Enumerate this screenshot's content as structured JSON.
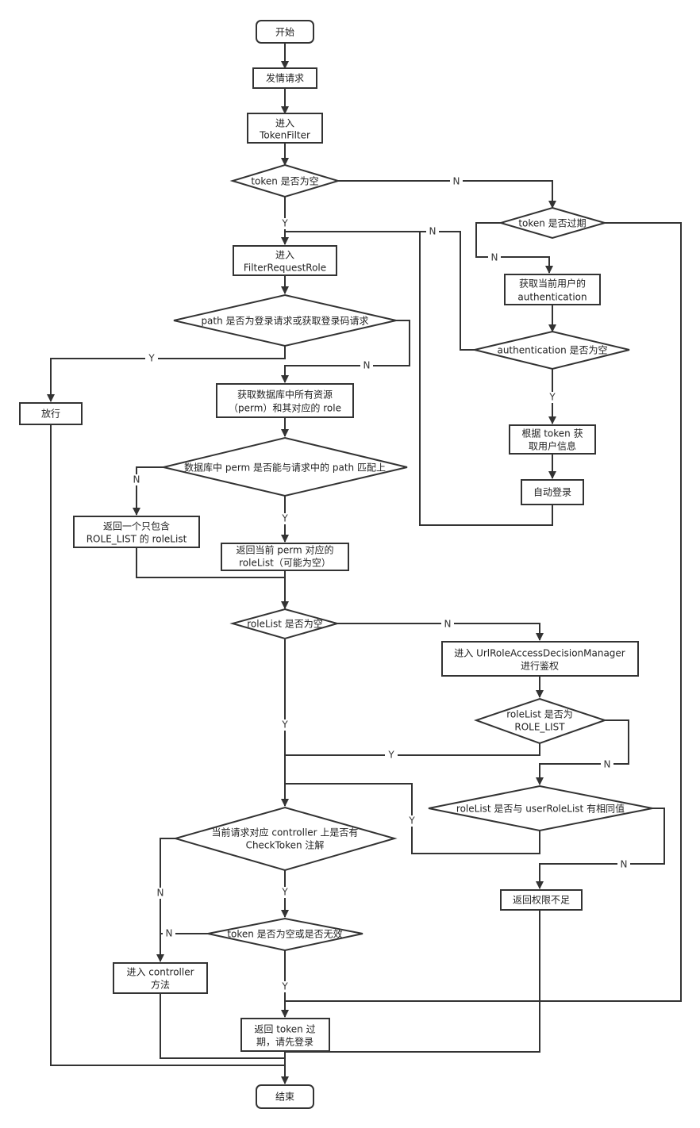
{
  "nodes": {
    "start": "开始",
    "send_request": "发情请求",
    "enter_token_filter": [
      "进入",
      "TokenFilter"
    ],
    "token_empty": "token 是否为空",
    "token_expired": "token 是否过期",
    "get_current_auth": [
      "获取当前用户的",
      "authentication"
    ],
    "auth_empty": "authentication 是否为空",
    "get_user_by_token": [
      "根据 token 获",
      "取用户信息"
    ],
    "auto_login": "自动登录",
    "enter_filter_request_role": [
      "进入",
      "FilterRequestRole"
    ],
    "path_login_check": "path 是否为登录请求或获取登录码请求",
    "release": "放行",
    "get_all_resources": [
      "获取数据库中所有资源",
      "（perm）和其对应的 role"
    ],
    "perm_match": "数据库中 perm 是否能与请求中的 path 匹配上",
    "return_role_list_only": [
      "返回一个只包含",
      "ROLE_LIST 的 roleList"
    ],
    "return_perm_role_list": [
      "返回当前 perm 对应的",
      "roleList（可能为空）"
    ],
    "role_list_empty": "roleList 是否为空",
    "enter_url_role_manager": [
      "进入 UrlRoleAccessDecisionManager",
      "进行鉴权"
    ],
    "role_list_is_role_list": [
      "roleList 是否为",
      "ROLE_LIST"
    ],
    "role_list_match_user": "roleList 是否与 userRoleList 有相同值",
    "checktoken_annotation": [
      "当前请求对应 controller 上是否有",
      "CheckToken 注解"
    ],
    "token_empty_or_invalid": "token 是否为空或是否无效",
    "enter_controller": [
      "进入 controller",
      "方法"
    ],
    "permission_denied": "返回权限不足",
    "return_token_expired": [
      "返回 token 过",
      "期，请先登录"
    ],
    "end": "结束"
  },
  "edge_labels": {
    "yes": "Y",
    "no": "N"
  }
}
